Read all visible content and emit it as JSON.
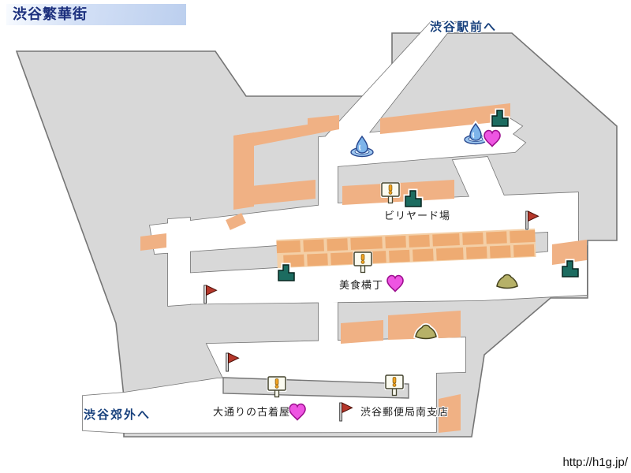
{
  "page": {
    "title": "渋谷繁華街",
    "watermark_url": "http://h1g.jp/"
  },
  "exits": {
    "station": "渋谷駅前へ",
    "suburbs": "渋谷郊外へ"
  },
  "places": {
    "billiard_hall": "ビリヤード場",
    "gourmet_alley": "美食横丁",
    "used_clothing_shop": "大通りの古着屋",
    "post_office_branch": "渋谷郵便局南支店"
  },
  "icons": {
    "fountain": "fountain-icon",
    "heart": "heart-icon",
    "steps": "steps-icon",
    "event_sign": "exclamation-sign-icon",
    "flag": "flag-icon",
    "mound": "mound-icon"
  },
  "colors": {
    "block_gray": "#d8d8d8",
    "street_white": "#ffffff",
    "outline_gray": "#757575",
    "building_orange": "#f0b184",
    "stall_orange": "#eeab72",
    "stall_bg": "#f4cfa6",
    "title_navy": "#1b2f7d",
    "nav_navy": "#17407c",
    "heart_pink": "#ee55e2",
    "steps_teal": "#1c6c60",
    "flag_red": "#b5372b",
    "mound_olive": "#b6b168",
    "sign_accent": "#f2a321",
    "fountain_blue": "#7db4ea"
  }
}
